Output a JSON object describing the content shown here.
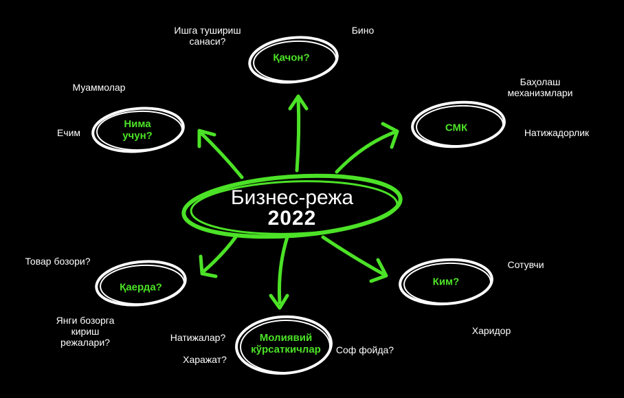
{
  "colors": {
    "background": "#000000",
    "accent": "#4ce227",
    "text": "#ffffff"
  },
  "center": {
    "title": "Бизнес-режа",
    "year": "2022"
  },
  "nodes": [
    {
      "id": "qachon",
      "label": "Қачон?"
    },
    {
      "id": "nima",
      "label": "Нима\nучун?"
    },
    {
      "id": "smk",
      "label": "СМК"
    },
    {
      "id": "qaerda",
      "label": "Қаерда?"
    },
    {
      "id": "kim",
      "label": "Ким?"
    },
    {
      "id": "moliyaviy",
      "label": "Молиявий\nкўрсаткичлар"
    }
  ],
  "labels": {
    "launch_date": "Ишга тушириш\nсанаси?",
    "building": "Бино",
    "problems": "Муаммолар",
    "solution": "Ечим",
    "evaluation": "Баҳолаш\nмеханизмлари",
    "efficiency": "Натижадорлик",
    "product_market": "Товар бозори?",
    "new_market": "Янги бозорга\nкириш\nрежалари?",
    "seller": "Сотувчи",
    "buyer": "Харидор",
    "results": "Натижалар?",
    "expenses": "Харажат?",
    "net_profit": "Соф фойда?"
  }
}
